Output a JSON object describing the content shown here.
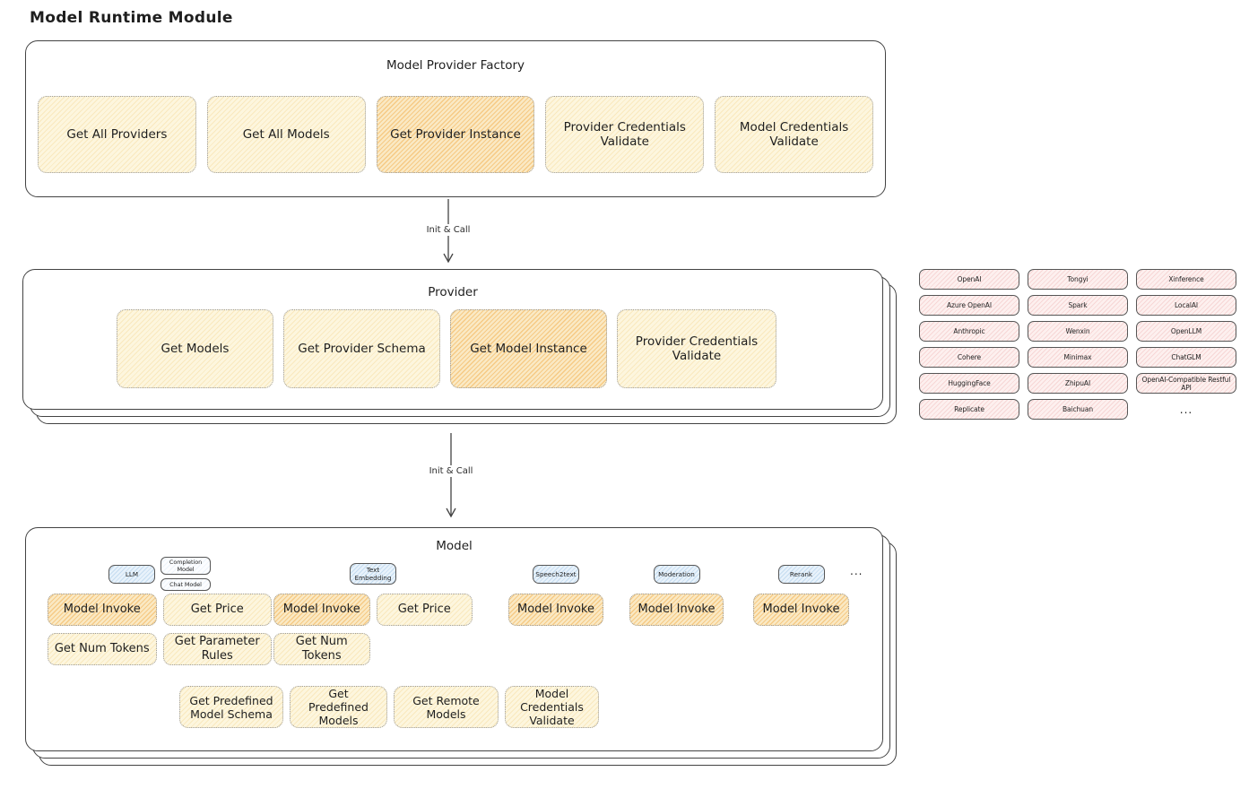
{
  "page_title": "Model Runtime Module",
  "factory": {
    "title": "Model Provider Factory",
    "buttons": [
      {
        "label": "Get All Providers",
        "highlighted": false
      },
      {
        "label": "Get All Models",
        "highlighted": false
      },
      {
        "label": "Get Provider Instance",
        "highlighted": true
      },
      {
        "label": "Provider Credentials Validate",
        "highlighted": false
      },
      {
        "label": "Model Credentials Validate",
        "highlighted": false
      }
    ]
  },
  "arrows": {
    "label_1": "Init & Call",
    "label_2": "Init & Call"
  },
  "provider": {
    "title": "Provider",
    "buttons": [
      {
        "label": "Get Models",
        "highlighted": false
      },
      {
        "label": "Get Provider Schema",
        "highlighted": false
      },
      {
        "label": "Get Model Instance",
        "highlighted": true
      },
      {
        "label": "Provider Credentials Validate",
        "highlighted": false
      }
    ]
  },
  "provider_list": {
    "items": [
      "OpenAI",
      "Tongyi",
      "Xinference",
      "Azure OpenAI",
      "Spark",
      "LocalAI",
      "Anthropic",
      "Wenxin",
      "OpenLLM",
      "Cohere",
      "Minimax",
      "ChatGLM",
      "HuggingFace",
      "ZhipuAI",
      "OpenAI-Compatible Restful API",
      "Replicate",
      "Baichuan"
    ],
    "more_label": "..."
  },
  "model": {
    "title": "Model",
    "more_label": "...",
    "groups": [
      {
        "tab": "LLM",
        "sub_tabs": [
          "Completion Model",
          "Chat Model"
        ],
        "buttons": [
          "Model Invoke",
          "Get Price",
          "Get Num Tokens",
          "Get Parameter Rules"
        ]
      },
      {
        "tab": "Text Embedding",
        "buttons": [
          "Model Invoke",
          "Get Price",
          "Get Num Tokens"
        ]
      },
      {
        "tab": "Speech2text",
        "buttons": [
          "Model Invoke"
        ]
      },
      {
        "tab": "Moderation",
        "buttons": [
          "Model Invoke"
        ]
      },
      {
        "tab": "Rerank",
        "buttons": [
          "Model Invoke"
        ]
      }
    ],
    "bottom_buttons": [
      "Get Predefined Model Schema",
      "Get Predefined Models",
      "Get Remote Models",
      "Model Credentials Validate"
    ]
  },
  "colors": {
    "stroke": "#434343",
    "highlight_fill": "#f5c36f",
    "light_fill": "#fbf3d8",
    "provider_chip_fill": "#f6d4d2",
    "category_pill_fill": "#cfe5f5"
  }
}
